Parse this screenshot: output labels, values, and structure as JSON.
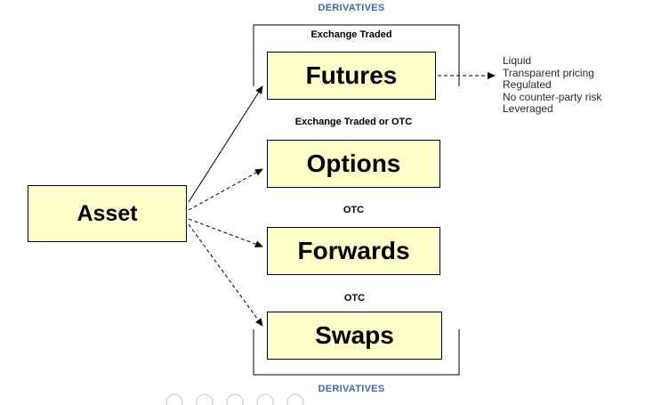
{
  "colors": {
    "accent_blue": "#3A66C8",
    "box_fill": "#FFFFCC"
  },
  "labels": {
    "derivatives_top": "DERIVATIVES",
    "derivatives_bottom": "DERIVATIVES"
  },
  "asset": {
    "label": "Asset"
  },
  "derivatives": [
    {
      "label": "Futures",
      "category": "Exchange Traded"
    },
    {
      "label": "Options",
      "category": "Exchange Traded or OTC"
    },
    {
      "label": "Forwards",
      "category": "OTC"
    },
    {
      "label": "Swaps",
      "category": "OTC"
    }
  ],
  "futures_features": [
    "Liquid",
    "Transparent pricing",
    "Regulated",
    "No counter-party risk",
    "Leveraged"
  ]
}
